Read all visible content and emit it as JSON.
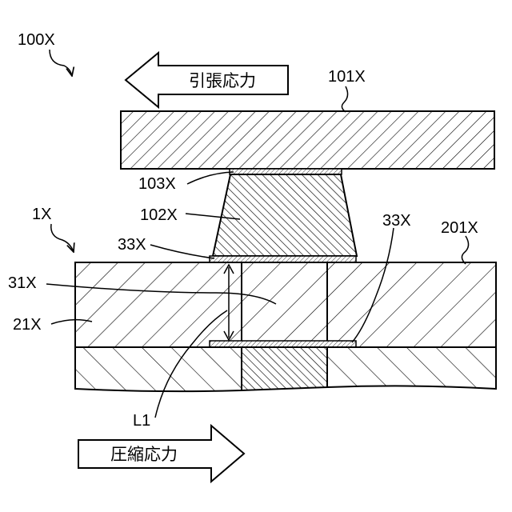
{
  "labels": {
    "device_100x": "100X",
    "upper_member_101x": "101X",
    "bump_102x": "102X",
    "film_103x": "103X",
    "substrate_1x": "1X",
    "pad_33x_left": "33X",
    "pad_33x_right": "33X",
    "substrate_201x": "201X",
    "via_31x": "31X",
    "layer_21x": "21X",
    "distance_l1": "L1"
  },
  "arrows": {
    "tensile_stress": "引張応力",
    "compressive_stress": "圧縮応力"
  },
  "colors": {
    "stroke": "#000000",
    "background": "#ffffff"
  }
}
